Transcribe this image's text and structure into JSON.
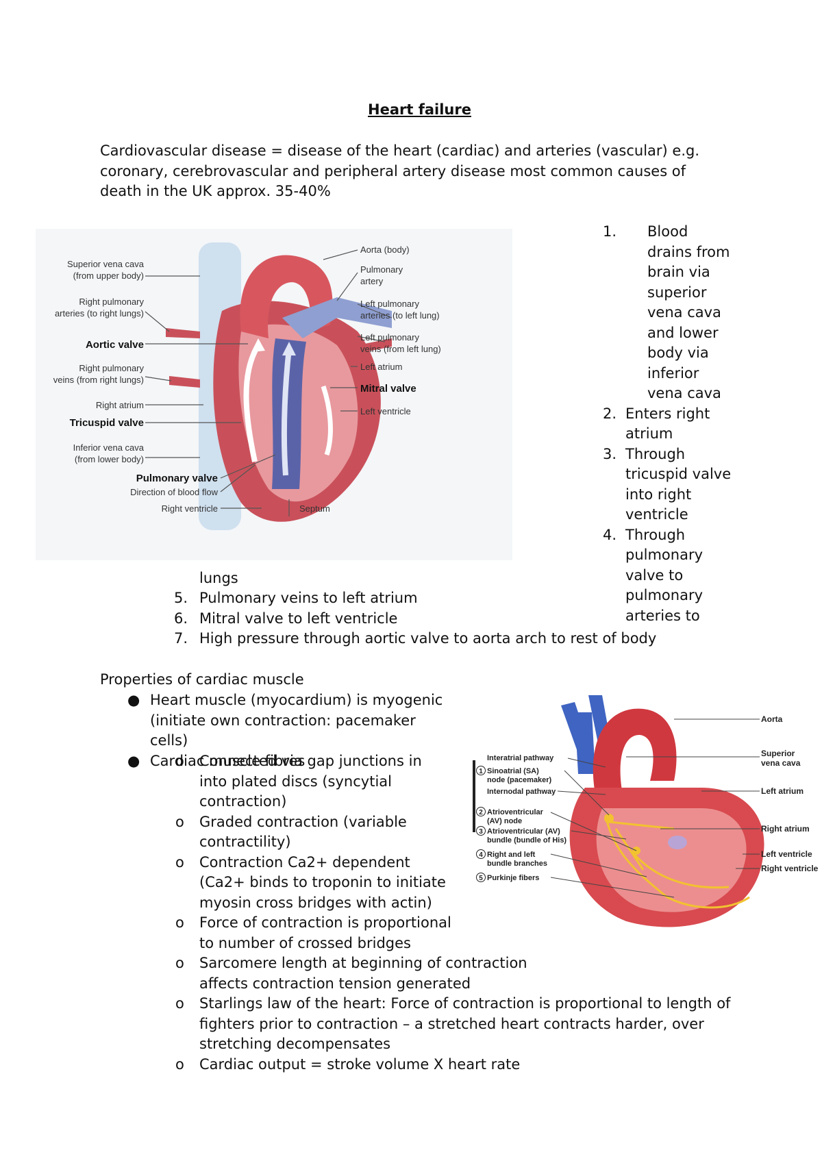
{
  "title": "Heart failure",
  "intro": "Cardiovascular disease = disease of the heart (cardiac) and arteries (vascular) e.g. coronary, cerebrovascular and peripheral artery disease most common causes of death in the UK approx. 35-40%",
  "circulation_steps": [
    {
      "num": "1.",
      "text": "Blood drains from brain via superior vena cava and lower body via inferior vena cava"
    },
    {
      "num": "2.",
      "text": "Enters right atrium"
    },
    {
      "num": "3.",
      "text": "Through tricuspid valve into right ventricle"
    },
    {
      "num": "4.",
      "text": "Through pulmonary valve to pulmonary arteries to",
      "continuation": "lungs"
    },
    {
      "num": "5.",
      "text": "Pulmonary veins to left atrium"
    },
    {
      "num": "6.",
      "text": "Mitral valve to left ventricle"
    },
    {
      "num": "7.",
      "text": "High pressure through aortic valve to aorta arch to rest of body"
    }
  ],
  "heart_diagram_labels": {
    "aorta_body": "Aorta (body)",
    "svc": "Superior vena cava",
    "svc_sub": "(from upper body)",
    "pulm_artery": "Pulmonary",
    "pulm_artery_sub": "artery",
    "rpa": "Right pulmonary",
    "rpa_sub": "arteries (to right lungs)",
    "lpa": "Left pulmonary",
    "lpa_sub": "arteries (to left lung)",
    "aortic_valve": "Aortic valve",
    "lpv": "Left pulmonary",
    "lpv_sub": "veins (from left lung)",
    "rpv": "Right pulmonary",
    "rpv_sub": "veins (from right lungs)",
    "left_atrium": "Left atrium",
    "mitral_valve": "Mitral valve",
    "right_atrium": "Right atrium",
    "left_ventricle": "Left ventricle",
    "tricuspid_valve": "Tricuspid valve",
    "ivc": "Inferior vena cava",
    "ivc_sub": "(from lower body)",
    "pulmonary_valve": "Pulmonary valve",
    "blood_flow": "Direction of blood flow",
    "right_ventricle": "Right ventricle",
    "septum": "Septum"
  },
  "properties_heading": "Properties of cardiac muscle",
  "properties": [
    "Heart muscle (myocardium) is myogenic (initiate own contraction: pacemaker cells)",
    "Cardiac muscle fibres"
  ],
  "fibre_points": [
    "Connected via gap junctions in into plated discs (syncytial contraction)",
    "Graded contraction (variable contractility)",
    "Contraction Ca2+ dependent (Ca2+ binds to troponin to initiate myosin cross bridges with actin)",
    "Force of contraction is proportional to number of crossed bridges",
    "Sarcomere length at beginning of contraction affects contraction tension generated",
    "Starlings law of the heart: Force of contraction is proportional to length of fighters prior to contraction – a stretched heart contracts harder, over stretching decompensates",
    "Cardiac output = stroke volume X heart rate"
  ],
  "conduction_diagram_labels": {
    "aorta": "Aorta",
    "svc": "Superior",
    "svc_sub": "vena cava",
    "left_atrium": "Left atrium",
    "right_atrium": "Right atrium",
    "left_ventricle": "Left ventricle",
    "right_ventricle": "Right ventricle",
    "interatrial": "Interatrial pathway",
    "sa_num": "1",
    "sa": "Sinoatrial (SA)",
    "sa_sub": "node (pacemaker)",
    "internodal": "Internodal pathway",
    "av_num": "2",
    "av": "Atrioventricular",
    "av_sub": "(AV) node",
    "his_num": "3",
    "his": "Atrioventricular (AV)",
    "his_sub": "bundle (bundle of His)",
    "bb_num": "4",
    "bb": "Right and left",
    "bb_sub": "bundle branches",
    "pk_num": "5",
    "pk": "Purkinje fibers"
  }
}
